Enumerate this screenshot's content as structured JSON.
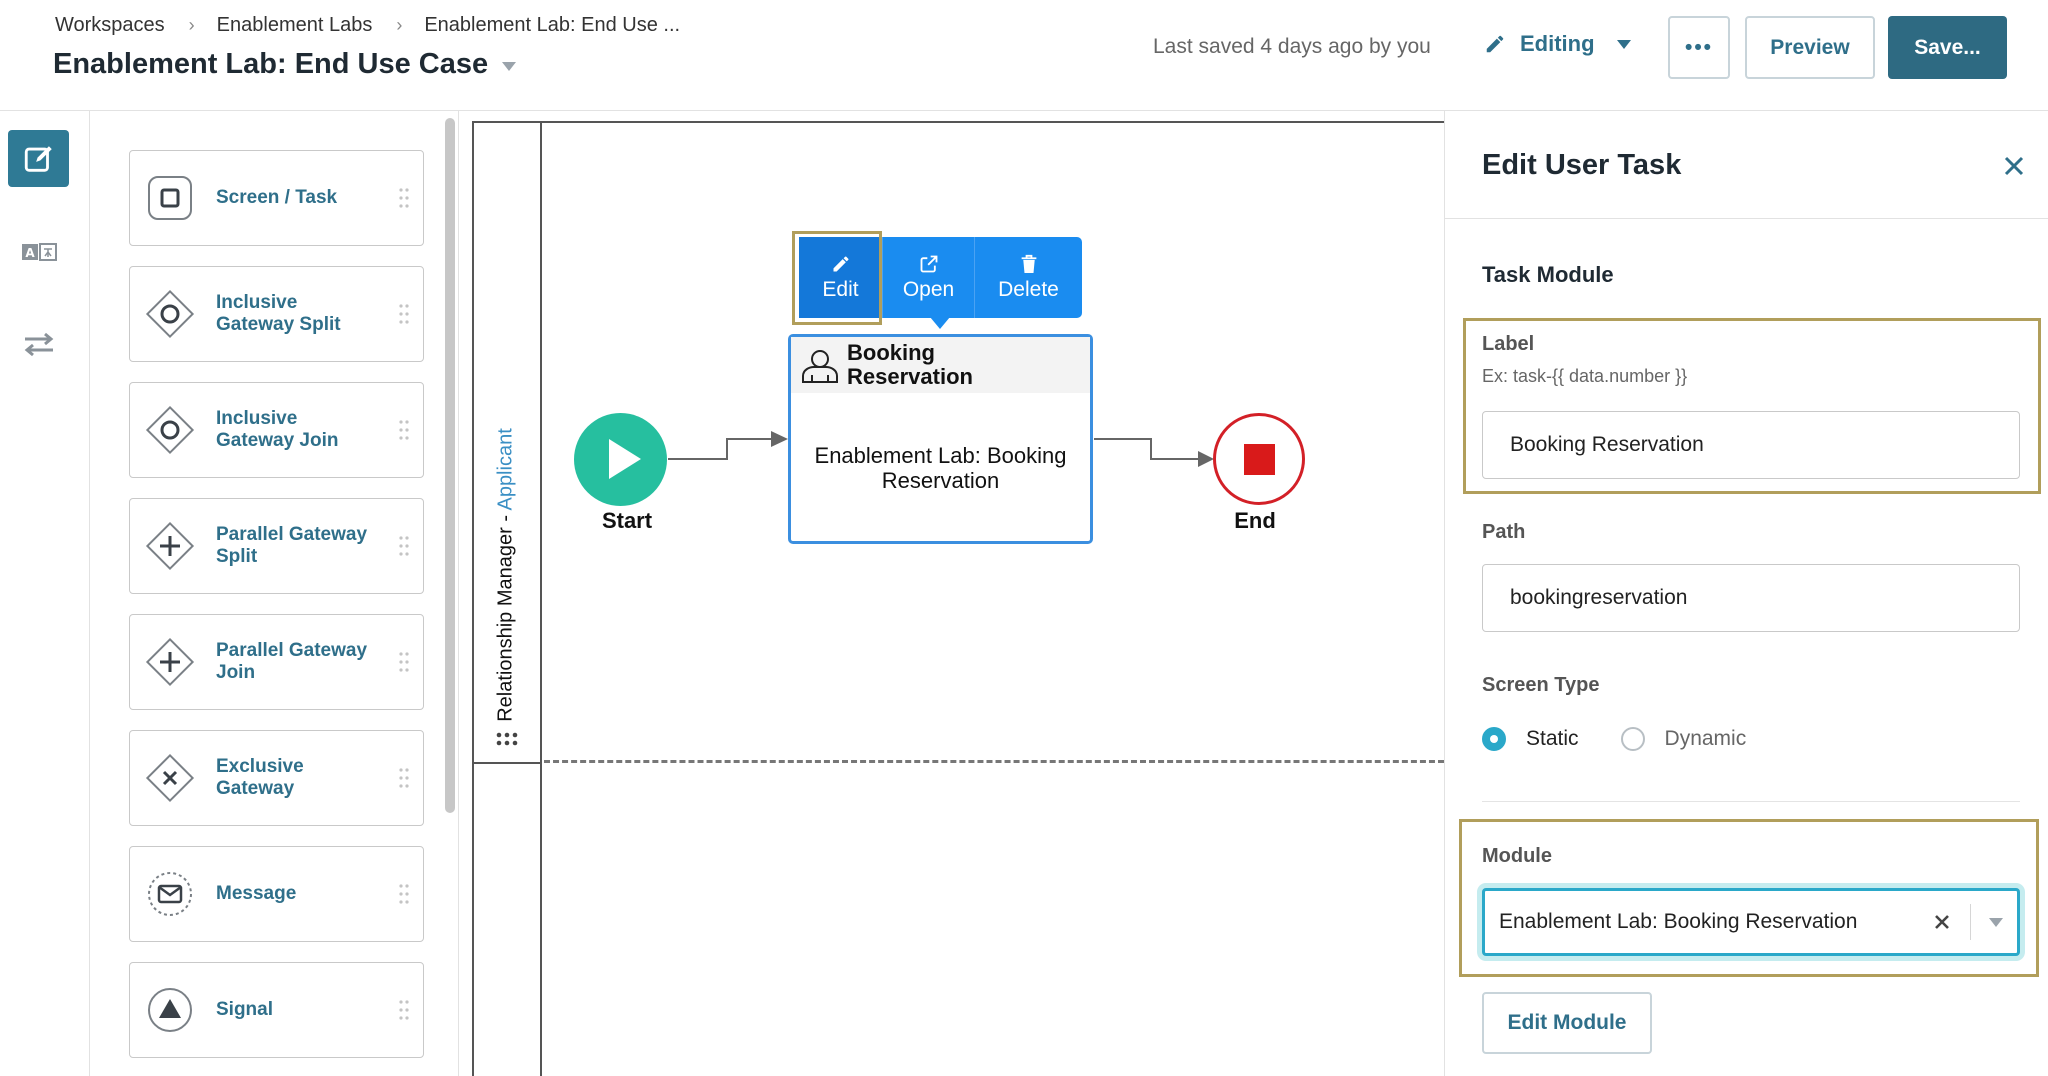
{
  "header": {
    "breadcrumbs": [
      "Workspaces",
      "Enablement Labs",
      "Enablement Lab: End Use ..."
    ],
    "title": "Enablement Lab: End Use Case",
    "saved_status": "Last saved 4 days ago by you",
    "mode": "Editing",
    "more_label": "•••",
    "preview_label": "Preview",
    "save_label": "Save..."
  },
  "rail": {
    "items": [
      {
        "icon": "edit-square-icon",
        "active": true
      },
      {
        "icon": "translate-icon",
        "active": false
      },
      {
        "icon": "swap-arrows-icon",
        "active": false
      }
    ]
  },
  "palette": {
    "items": [
      {
        "label": "Screen / Task",
        "icon": "task-square-icon"
      },
      {
        "label": "Inclusive Gateway Split",
        "icon": "gateway-circle-icon"
      },
      {
        "label": "Inclusive Gateway Join",
        "icon": "gateway-circle-icon"
      },
      {
        "label": "Parallel Gateway Split",
        "icon": "gateway-plus-icon"
      },
      {
        "label": "Parallel Gateway Join",
        "icon": "gateway-plus-icon"
      },
      {
        "label": "Exclusive Gateway",
        "icon": "gateway-x-icon"
      },
      {
        "label": "Message",
        "icon": "envelope-icon"
      },
      {
        "label": "Signal",
        "icon": "triangle-icon"
      }
    ]
  },
  "canvas": {
    "lane": {
      "name": "Relationship Manager",
      "separator": " - ",
      "role": "Applicant"
    },
    "start_label": "Start",
    "end_label": "End",
    "task": {
      "name_line1": "Booking",
      "name_line2": "Reservation",
      "body": "Enablement Lab: Booking Reservation"
    },
    "toolbar": {
      "edit": "Edit",
      "open": "Open",
      "delete": "Delete"
    }
  },
  "panel": {
    "title": "Edit User Task",
    "section": "Task Module",
    "label_field": {
      "label": "Label",
      "hint": "Ex: task-{{ data.number }}",
      "value": "Booking Reservation"
    },
    "path_field": {
      "label": "Path",
      "value": "bookingreservation"
    },
    "screen_type": {
      "label": "Screen Type",
      "options": [
        "Static",
        "Dynamic"
      ],
      "selected": "Static"
    },
    "module_field": {
      "label": "Module",
      "value": "Enablement Lab: Booking Reservation"
    },
    "edit_module_label": "Edit Module"
  },
  "colors": {
    "accent": "#2f6f8a",
    "primary_button": "#2e6a82",
    "start_node": "#26bf9f",
    "end_node": "#d32027",
    "task_border": "#3b8fe0",
    "toolbar": "#1a8cf0",
    "highlight": "#b19e5b",
    "lane_role": "#3a8fc4"
  }
}
